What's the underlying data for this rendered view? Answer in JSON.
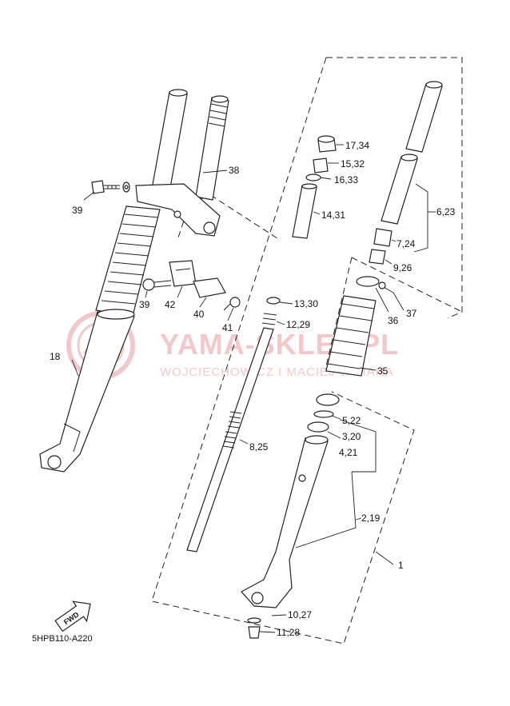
{
  "watermark": {
    "line1": "YAMA-SKLEP.PL",
    "line2": "WOJCIECHOWICZ I MACIEJ YAMAHA"
  },
  "diagram_code": "5HPB110-A220",
  "fwd_label": "FWD",
  "callouts": {
    "c17_34": "17,34",
    "c15_32": "15,32",
    "c16_33": "16,33",
    "c14_31": "14,31",
    "c38": "38",
    "c39a": "39",
    "c6_23": "6,23",
    "c7_24": "7,24",
    "c9_26": "9,26",
    "c37": "37",
    "c36": "36",
    "c35": "35",
    "c39b": "39",
    "c42": "42",
    "c40": "40",
    "c41": "41",
    "c13_30": "13,30",
    "c12_29": "12,29",
    "c18": "18",
    "c5_22": "5,22",
    "c3_20": "3,20",
    "c4_21": "4,21",
    "c8_25": "8,25",
    "c2_19": "2,19",
    "c1": "1",
    "c10_27": "10,27",
    "c11_28": "11,28"
  }
}
